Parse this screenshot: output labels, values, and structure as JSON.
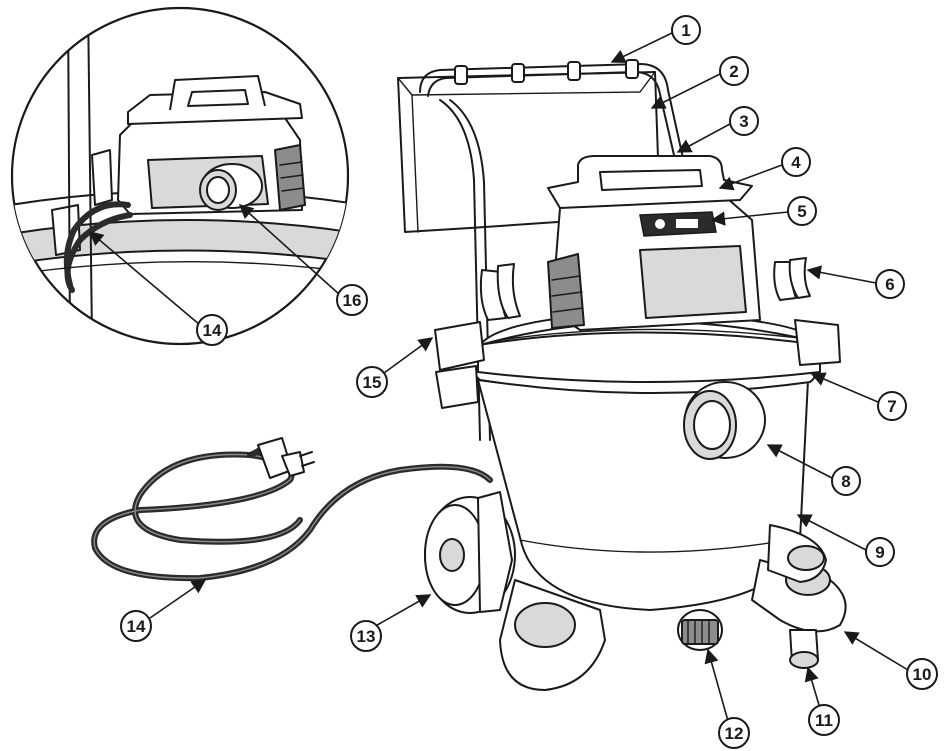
{
  "callouts": [
    {
      "id": "c1",
      "label": "1"
    },
    {
      "id": "c2",
      "label": "2"
    },
    {
      "id": "c3",
      "label": "3"
    },
    {
      "id": "c4",
      "label": "4"
    },
    {
      "id": "c5",
      "label": "5"
    },
    {
      "id": "c6",
      "label": "6"
    },
    {
      "id": "c7",
      "label": "7"
    },
    {
      "id": "c8",
      "label": "8"
    },
    {
      "id": "c9",
      "label": "9"
    },
    {
      "id": "c10",
      "label": "10"
    },
    {
      "id": "c11",
      "label": "11"
    },
    {
      "id": "c12",
      "label": "12"
    },
    {
      "id": "c13",
      "label": "13"
    },
    {
      "id": "c14",
      "label": "14"
    },
    {
      "id": "c14b",
      "label": "14"
    },
    {
      "id": "c15",
      "label": "15"
    },
    {
      "id": "c16",
      "label": "16"
    }
  ]
}
